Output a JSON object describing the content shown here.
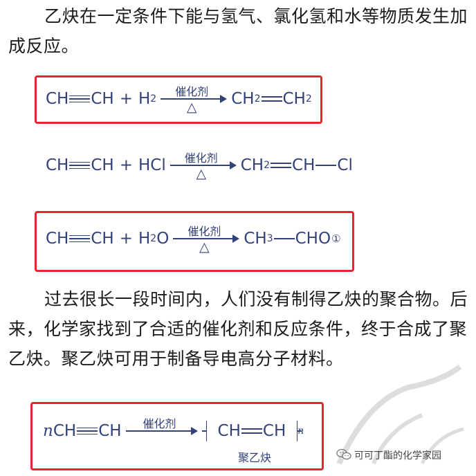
{
  "paragraph1": "乙炔在一定条件下能与氢气、氯化氢和水等物质发生加成反应。",
  "eq1": {
    "r1": "CH",
    "r2": "CH",
    "plus": "+",
    "reagent": "H",
    "reagent_sub": "2",
    "catalyst": "催化剂",
    "cond": "△",
    "p1": "CH",
    "p1_sub": "2",
    "p2": "CH",
    "p2_sub": "2"
  },
  "eq2": {
    "r1": "CH",
    "r2": "CH",
    "plus": "+",
    "reagent": "HCl",
    "catalyst": "催化剂",
    "cond": "△",
    "p1": "CH",
    "p1_sub": "2",
    "p2": "CH",
    "p3": "Cl"
  },
  "eq3": {
    "r1": "CH",
    "r2": "CH",
    "plus": "+",
    "reagent": "H",
    "reagent_sub": "2",
    "reagent_tail": "O",
    "catalyst": "催化剂",
    "cond": "△",
    "p1": "CH",
    "p1_sub": "3",
    "p2": "CHO",
    "note": "①"
  },
  "paragraph2": "过去很长一段时间内，人们没有制得乙炔的聚合物。后来，化学家找到了合适的催化剂和反应条件，终于合成了聚乙炔。聚乙炔可用于制备导电高分子材料。",
  "eq4": {
    "n": "n",
    "r1": "CH",
    "r2": "CH",
    "catalyst": "催化剂",
    "p1": "CH",
    "p2": "CH",
    "sub_n": "n",
    "label": "聚乙炔"
  },
  "watermark": {
    "text": "可可丁酯的化学家园",
    "icon": "wechat-icon"
  },
  "colors": {
    "highlight": "#e5262f",
    "formula": "#33417a"
  }
}
